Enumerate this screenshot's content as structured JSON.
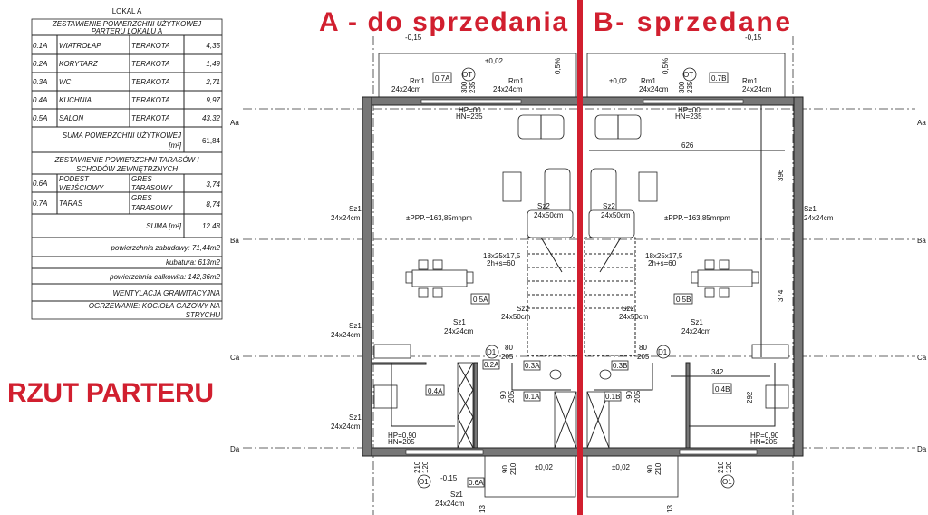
{
  "titles": {
    "left": "A - do sprzedania",
    "right": "B- sprzedane",
    "plan": "RZUT PARTERU"
  },
  "table": {
    "lokal": "LOKAL A",
    "header1a": "ZESTAWIENIE POWIERZCHNI UŻYTKOWEJ",
    "header1b": "PARTERU LOKALU A",
    "rooms": [
      {
        "id": "0.1A",
        "name": "WIATROŁAP",
        "floor": "TERAKOTA",
        "area": "4,35"
      },
      {
        "id": "0.2A",
        "name": "KORYTARZ",
        "floor": "TERAKOTA",
        "area": "1,49"
      },
      {
        "id": "0.3A",
        "name": "WC",
        "floor": "TERAKOTA",
        "area": "2,71"
      },
      {
        "id": "0.4A",
        "name": "KUCHNIA",
        "floor": "TERAKOTA",
        "area": "9,97"
      },
      {
        "id": "0.5A",
        "name": "SALON",
        "floor": "TERAKOTA",
        "area": "43,32"
      }
    ],
    "sum1_label": "SUMA POWERZCHNI UŻYTKOWEJ",
    "sum1_unit": "[m²]",
    "sum1_value": "61,84",
    "header2a": "ZESTAWIENIE POWIERZCHNI TARASÓW I",
    "header2b": "SCHODÓW ZEWNĘTRZNYCH",
    "terraces": [
      {
        "id": "0.6A",
        "name1": "PODEST",
        "name2": "WEJŚCIOWY",
        "floor1": "GRES",
        "floor2": "TARASOWY",
        "area": "3,74"
      },
      {
        "id": "0.7A",
        "name1": "TARAS",
        "name2": "",
        "floor1": "GRES",
        "floor2": "TARASOWY",
        "area": "8,74"
      }
    ],
    "sum2_label": "SUMA [m²]",
    "sum2_value": "12.48",
    "zabudowy": "powierzchnia zabudowy: 71,44m2",
    "kubatura": "kubatura: 613m2",
    "calkowita": "powierzchnia całkowita: 142,36m2",
    "wentylacja": "WENTYLACJA GRAWITACYJNA",
    "ogrzewanie1": "OGRZEWANIE: KOCIOŁA GAZOWY NA",
    "ogrzewanie2": "STRYCHU"
  },
  "axes": {
    "a": "Aa",
    "b": "Ba",
    "c": "Ca",
    "d": "Da"
  },
  "plan": {
    "room_tags": {
      "r07a": "0.7A",
      "r07b": "0.7B",
      "r05a": "0.5A",
      "r05b": "0.5B",
      "r04a": "0.4A",
      "r04b": "0.4B",
      "r03a": "0.3A",
      "r03b": "0.3B",
      "r02a": "0.2A",
      "r01a": "0.1A",
      "r01b": "0.1B",
      "r06a": "0.6A"
    },
    "level_ppp": "±PPP.=163,85mnpm",
    "level_002": "±0,02",
    "level_015": "-0,15",
    "slope": "0,5%",
    "rm1": "Rm1",
    "col_size": "24x24cm",
    "sz1": "Sz1",
    "sz2": "Sz2",
    "sz2_size": "24x50cm",
    "stairs1": "18x25x17,5",
    "stairs2": "2h+s=60",
    "hp": "HP=00",
    "hn": "HN=235",
    "hp2": "HP=0,90",
    "hn2": "HN=205",
    "dim_626": "626",
    "dim_396": "396",
    "dim_374": "374",
    "dim_342": "342",
    "dim_292": "292",
    "win_300": "300",
    "win_235": "235",
    "door_90": "90",
    "door_205": "205",
    "door_80": "80",
    "door_210": "210",
    "win_120": "120",
    "tag_ot": "OT",
    "tag_d1": "D1",
    "tag_o1": "O1",
    "step_13": "13"
  },
  "colors": {
    "accent": "#d11f2f"
  }
}
